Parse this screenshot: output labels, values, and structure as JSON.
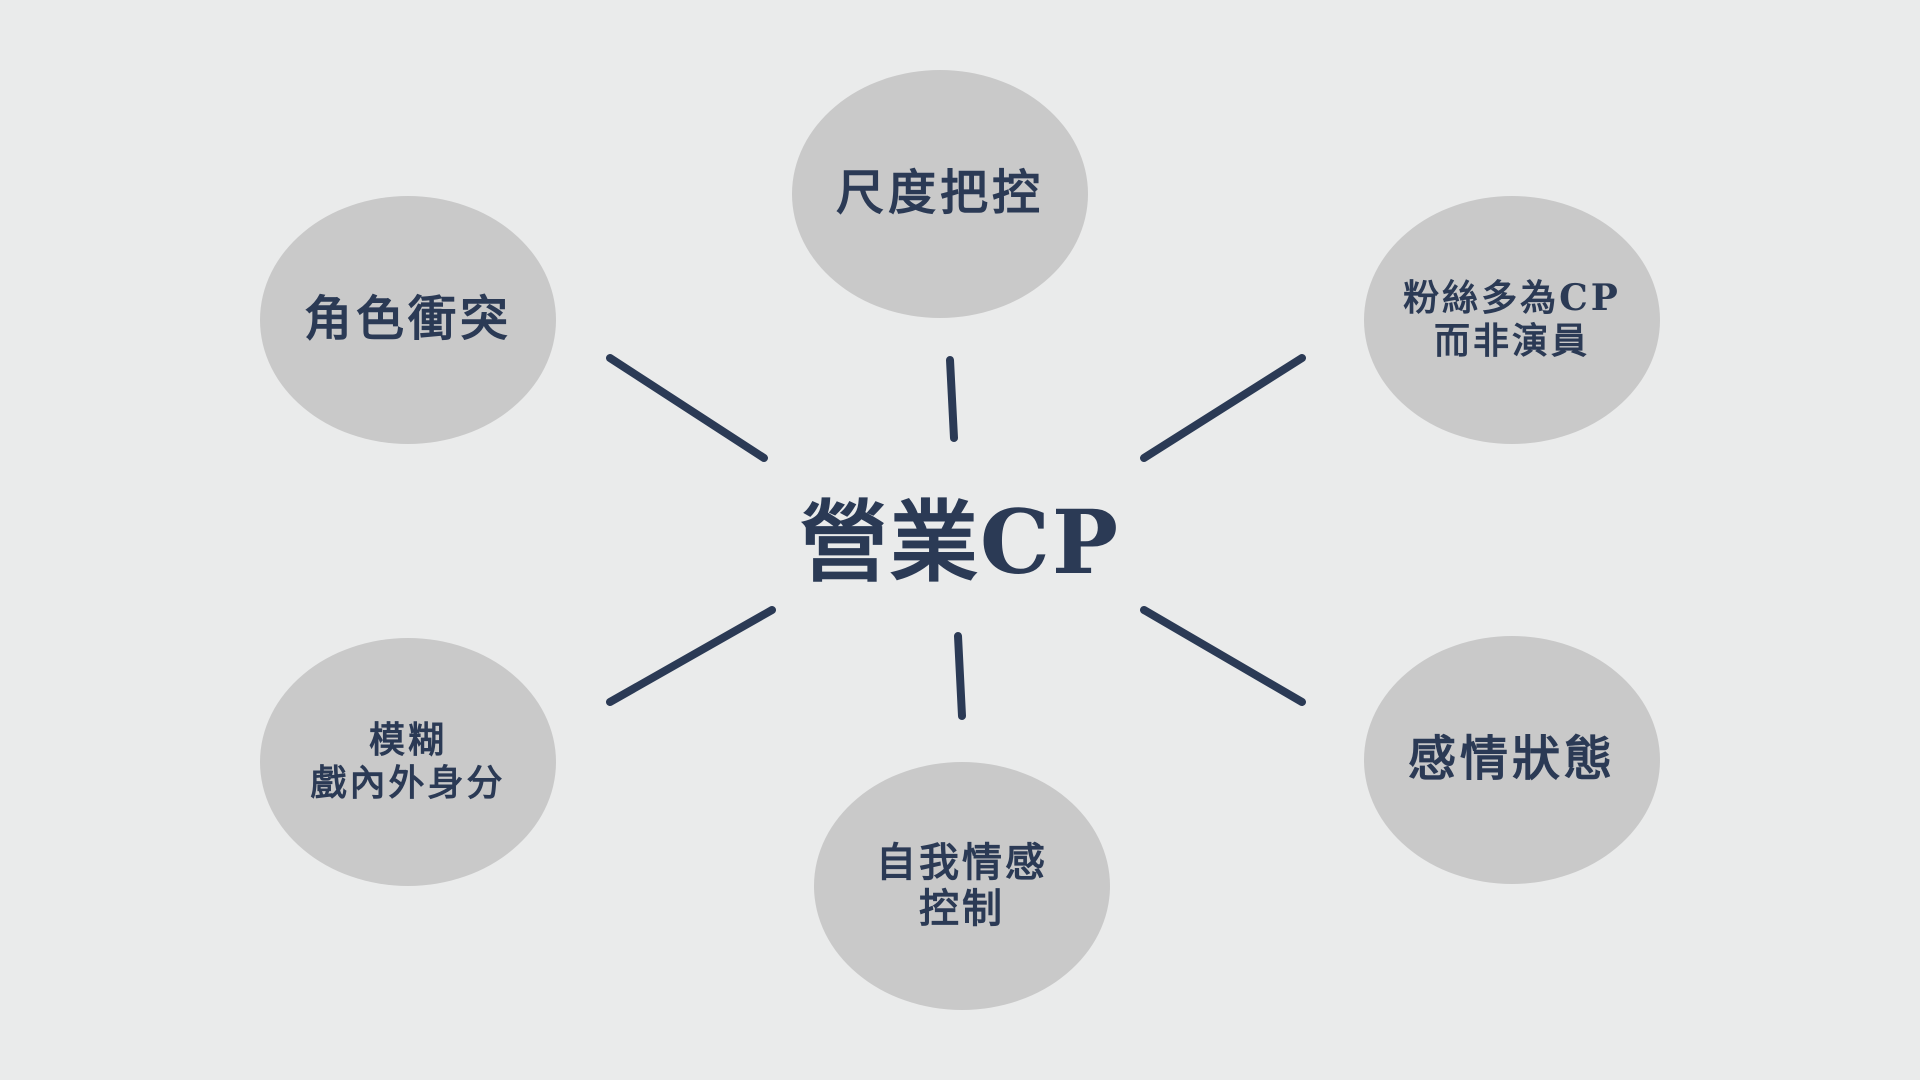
{
  "diagram": {
    "center": {
      "label": "營業CP"
    },
    "nodes": [
      {
        "id": "top",
        "label": "尺度把控"
      },
      {
        "id": "upper-left",
        "label": "角色衝突"
      },
      {
        "id": "upper-right",
        "label": "粉絲多為CP\n而非演員"
      },
      {
        "id": "lower-left",
        "label": "模糊\n戲內外身分"
      },
      {
        "id": "bottom",
        "label": "自我情感\n控制"
      },
      {
        "id": "lower-right",
        "label": "感情狀態"
      }
    ]
  },
  "colors": {
    "background": "#eaebeb",
    "node_fill": "#c9c9c9",
    "text": "#2b3a55",
    "connector": "#2b3a55"
  }
}
